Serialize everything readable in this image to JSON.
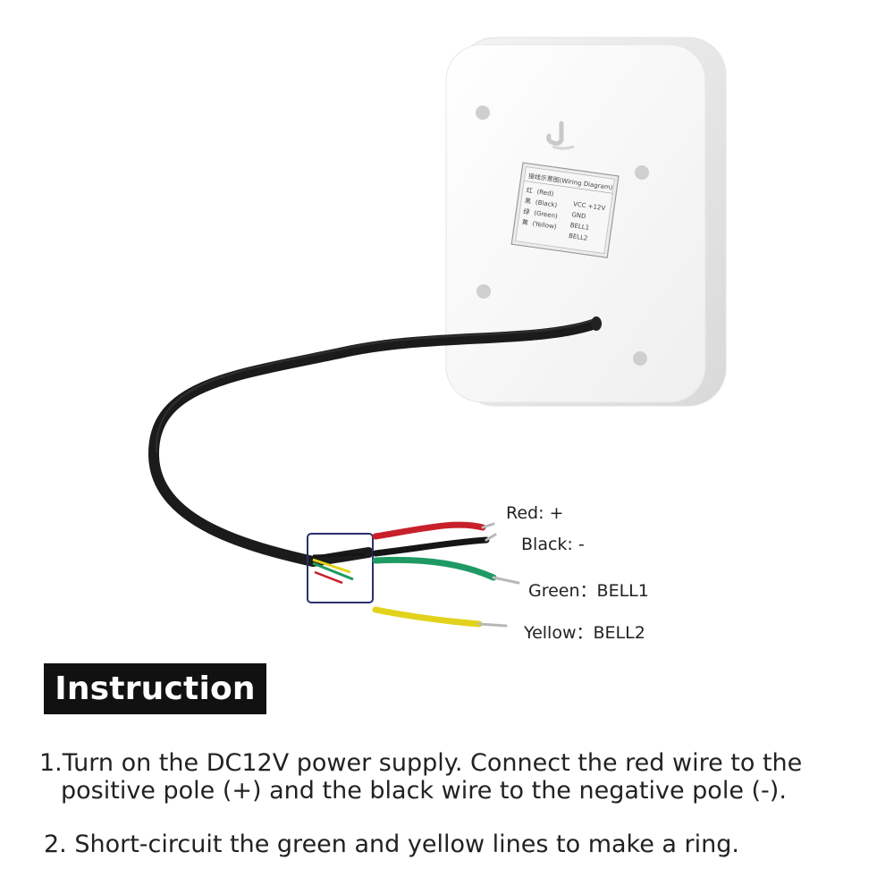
{
  "device": {
    "label_title": "接线示意图(Wiring Diagram)",
    "label_rows": [
      {
        "cn": "红",
        "en": "(Red)",
        "val": ""
      },
      {
        "cn": "黑",
        "en": "(Black)",
        "val": "VCC +12V"
      },
      {
        "cn": "绿",
        "en": "(Green)",
        "val": "GND"
      },
      {
        "cn": "黄",
        "en": "(Yellow)",
        "val": "BELL1"
      },
      {
        "cn": "",
        "en": "",
        "val": "BELL2"
      }
    ]
  },
  "wire_labels": {
    "red": "Red: +",
    "black": "Black: -",
    "green": "Green：BELL1",
    "yellow": "Yellow：BELL2"
  },
  "colors": {
    "red_wire": "#c8202a",
    "black_wire": "#151515",
    "green_wire": "#1f9a64",
    "yellow_wire": "#e2d21c",
    "zoom_box": "#2a2f6e"
  },
  "instruction": {
    "title": "Instruction",
    "step1_line1": "1.Turn on the DC12V power supply. Connect the red wire to the",
    "step1_line2": "positive pole (+) and the black wire to the negative pole (-).",
    "step2": "2. Short-circuit the green and yellow lines to make a ring."
  }
}
